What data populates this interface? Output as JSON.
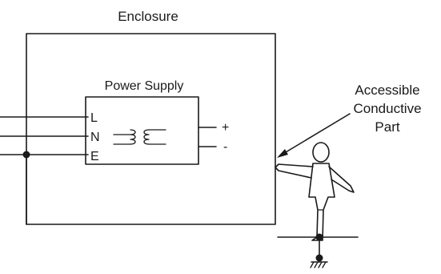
{
  "labels": {
    "enclosure": "Enclosure",
    "power_supply": "Power Supply",
    "terminal_l": "L",
    "terminal_n": "N",
    "terminal_e": "E",
    "out_plus": "+",
    "out_minus": "-",
    "accessible_line1": "Accessible",
    "accessible_line2": "Conductive",
    "accessible_line3": "Part"
  }
}
